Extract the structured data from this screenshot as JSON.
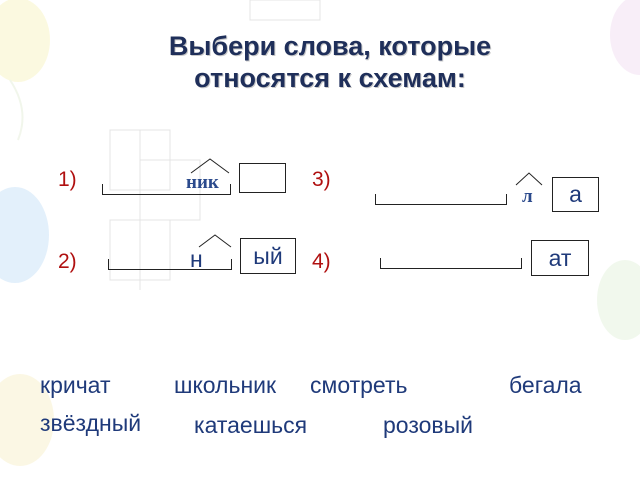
{
  "title_line1": "Выбери слова, которые",
  "title_line2": "относятся к схемам:",
  "schemes": [
    {
      "number": "1)",
      "suffix": "ник",
      "ending": ""
    },
    {
      "number": "2)",
      "suffix": "н",
      "ending": "ый"
    },
    {
      "number": "3)",
      "suffix": "л",
      "ending": "а"
    },
    {
      "number": "4)",
      "suffix": "",
      "ending": "ат"
    }
  ],
  "words": [
    "кричат",
    "школьник",
    "смотреть",
    "бегала",
    "звёздный",
    "катаешься",
    "розовый"
  ],
  "colors": {
    "title": "#1f2f5a",
    "numbers": "#b01010",
    "words": "#1f3a7a"
  }
}
